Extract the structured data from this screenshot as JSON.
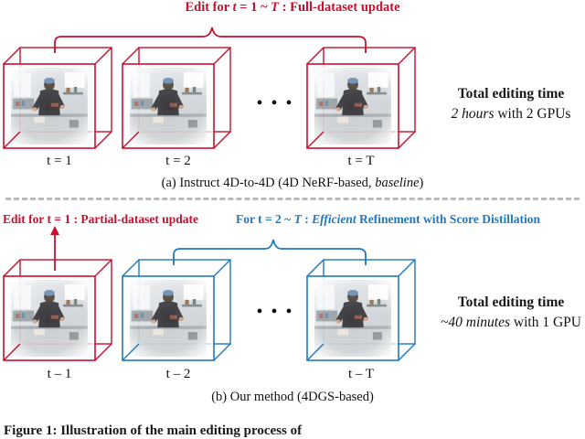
{
  "top": {
    "header_prefix": "Edit for ",
    "header_t": "t",
    "header_eq": " = 1 ~ ",
    "header_T": "T",
    "header_suffix": " : Full-dataset update",
    "cube_labels": [
      "t = 1",
      "t = 2",
      "t = T"
    ],
    "ellipsis": "• • •",
    "time_title": "Total editing time",
    "time_italic": "2 hours",
    "time_rest": " with 2 GPUs",
    "caption_prefix": "(a) Instruct 4D-to-4D (4D NeRF-based, ",
    "caption_italic": "baseline",
    "caption_suffix": ")"
  },
  "bottom": {
    "left_header": "Edit for t = 1 : Partial-dataset update",
    "right_header_prefix": "For t = 2 ~ ",
    "right_header_T": "T",
    "right_header_mid": " : ",
    "right_header_italic": "Efficient",
    "right_header_suffix": " Refinement with Score Distillation",
    "cube_labels": [
      "t – 1",
      "t – 2",
      "t – T"
    ],
    "ellipsis": "• • •",
    "time_title": "Total editing time",
    "time_italic": "~40 minutes",
    "time_rest": " with 1 GPU",
    "caption": "(b) Our method (4DGS-based)"
  },
  "footer_partial": "Figure 1: Illustration of the main editing process of",
  "colors": {
    "red": "#c8102e",
    "blue": "#1f78c1",
    "divider": "#bbbbbb"
  }
}
